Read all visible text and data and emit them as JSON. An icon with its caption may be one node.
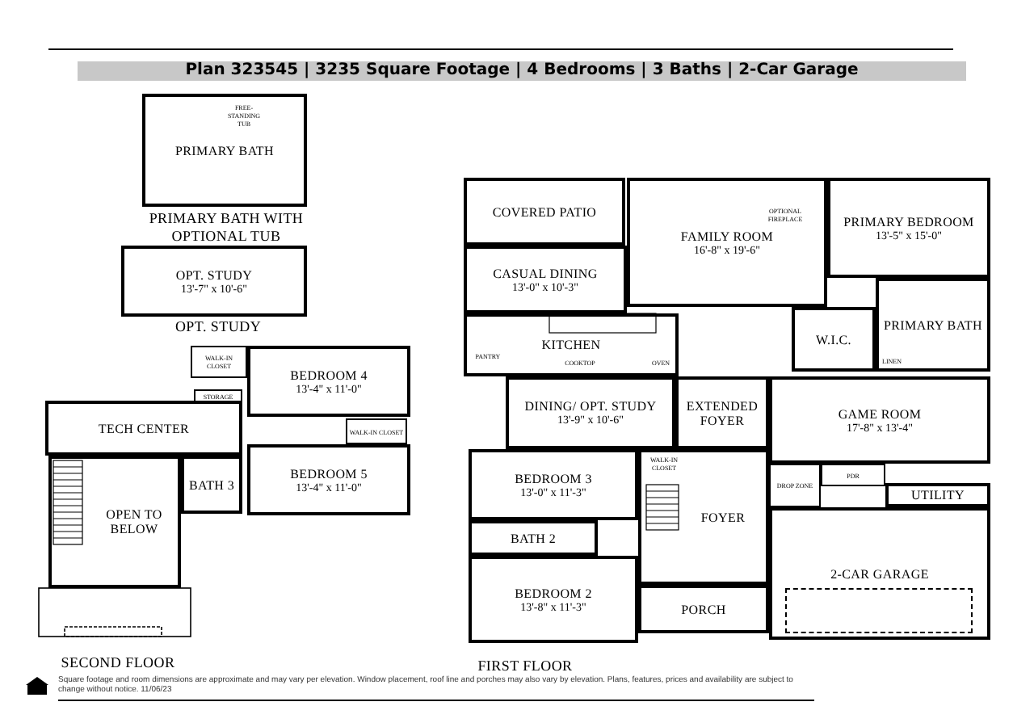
{
  "diagram": {
    "nodes": [
      {
        "text": [
          "PRIMARY BATH"
        ]
      },
      {
        "text": [
          "OPT. STUDY",
          "13'-7\" x 10'-6\""
        ]
      },
      {
        "text": [
          "BEDROOM 4",
          "13'-4\" x 11'-0\""
        ]
      },
      {
        "text": [
          "BEDROOM 5",
          "13'-4\" x 11'-0\""
        ]
      },
      {
        "text": [
          "TECH CENTER"
        ]
      },
      {
        "text": [
          "OPEN TO BELOW"
        ]
      },
      {
        "text": [
          "BATH 3"
        ]
      },
      {
        "text": [
          "WALK-IN CLOSET"
        ]
      },
      {
        "text": [
          "STORAGE"
        ]
      },
      {
        "text": [
          "WALK-IN CLOSET"
        ]
      },
      {
        "text": [
          "COVERED PATIO"
        ]
      },
      {
        "text": [
          "CASUAL DINING",
          "13'-0\" x 10'-3\""
        ]
      },
      {
        "text": [
          "FAMILY ROOM",
          "16'-8\" x 19'-6\""
        ]
      },
      {
        "text": [
          "PRIMARY BEDROOM",
          "13'-5\" x 15'-0\""
        ]
      },
      {
        "text": [
          "KITCHEN"
        ]
      },
      {
        "text": [
          "PRIMARY BATH"
        ]
      },
      {
        "text": [
          "W.I.C."
        ]
      },
      {
        "text": [
          "DINING/ OPT. STUDY",
          "13'-9\" x 10'-6\""
        ]
      },
      {
        "text": [
          "EXTENDED FOYER"
        ]
      },
      {
        "text": [
          "GAME ROOM",
          "17'-8\" x 13'-4\""
        ]
      },
      {
        "text": [
          "BEDROOM 3",
          "13'-0\" x 11'-3\""
        ]
      },
      {
        "text": [
          "BATH 2"
        ]
      },
      {
        "text": [
          "BEDROOM 2",
          "13'-8\" x 11'-3\""
        ]
      },
      {
        "text": [
          "FOYER"
        ]
      },
      {
        "text": [
          "PORCH"
        ]
      },
      {
        "text": [
          "PDR"
        ]
      },
      {
        "text": [
          "UTILITY"
        ]
      },
      {
        "text": [
          "DROP ZONE"
        ]
      },
      {
        "text": [
          "2-CAR GARAGE"
        ]
      }
    ],
    "labels": [
      "Plan 323545 | 3235 Square Footage | 4 Bedrooms | 3 Baths | 2-Car Garage",
      "FREE-STANDING TUB",
      "PRIMARY BATH WITH OPTIONAL TUB",
      "OPT. STUDY",
      "SECOND FLOOR",
      "OPTIONAL FIREPLACE",
      "PANTRY",
      "COOKTOP",
      "OVEN",
      "LINEN",
      "WALK-IN CLOSET",
      "FIRST FLOOR",
      "Square footage and room dimensions are approximate and may vary per elevation. Window placement, roof line and porches may also vary by elevation. Plans, features, prices and availability are subject to change without notice. 11/06/23"
    ]
  }
}
